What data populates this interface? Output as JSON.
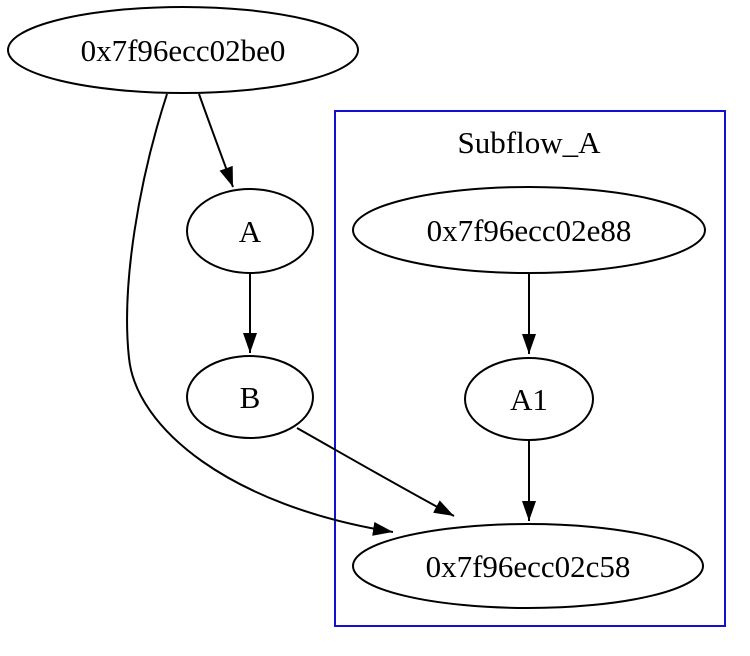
{
  "diagram": {
    "type": "directed-graph",
    "background_color": "#ffffff",
    "node_stroke_color": "#000000",
    "edge_color": "#000000",
    "text_color": "#000000",
    "cluster": {
      "label": "Subflow_A",
      "border_color": "#1010d8"
    },
    "nodes": {
      "be0": {
        "label": "0x7f96ecc02be0",
        "in_cluster": false
      },
      "A": {
        "label": "A",
        "in_cluster": false
      },
      "B": {
        "label": "B",
        "in_cluster": false
      },
      "e88": {
        "label": "0x7f96ecc02e88",
        "in_cluster": true
      },
      "A1": {
        "label": "A1",
        "in_cluster": true
      },
      "c58": {
        "label": "0x7f96ecc02c58",
        "in_cluster": true
      }
    },
    "edges": [
      {
        "from": "0x7f96ecc02be0",
        "to": "A"
      },
      {
        "from": "0x7f96ecc02be0",
        "to": "0x7f96ecc02c58"
      },
      {
        "from": "A",
        "to": "B"
      },
      {
        "from": "B",
        "to": "0x7f96ecc02c58"
      },
      {
        "from": "0x7f96ecc02e88",
        "to": "A1"
      },
      {
        "from": "A1",
        "to": "0x7f96ecc02c58"
      }
    ]
  }
}
